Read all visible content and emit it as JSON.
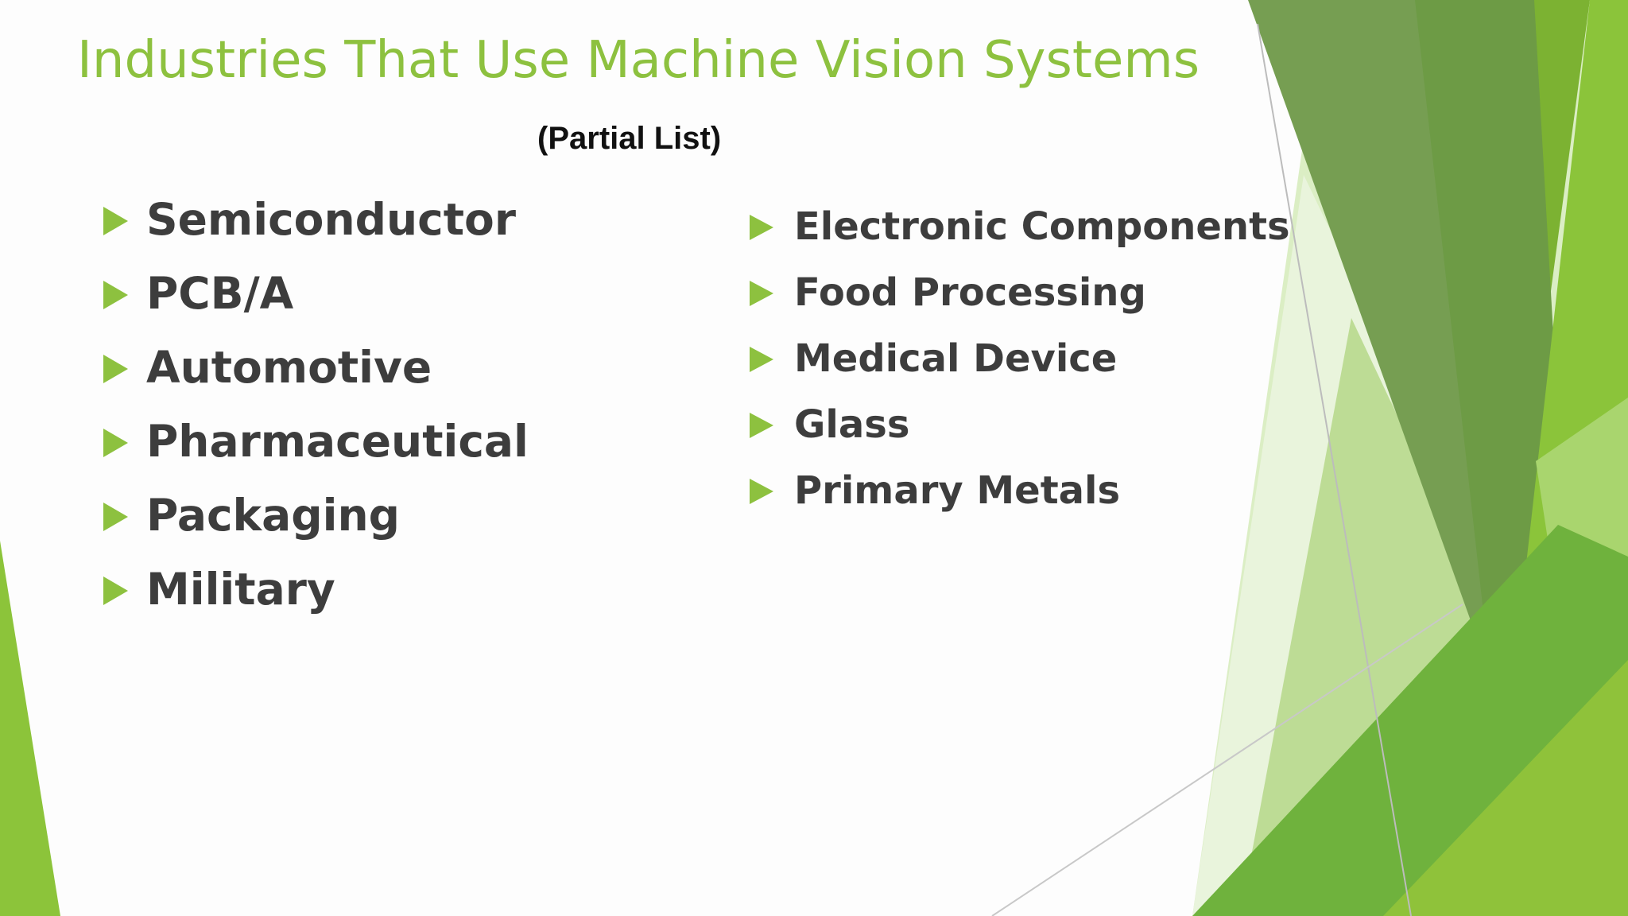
{
  "slide": {
    "title": "Industries That Use Machine Vision Systems",
    "subtitle": "(Partial List)",
    "left_items": [
      "Semiconductor",
      "PCB/A",
      "Automotive",
      "Pharmaceutical",
      "Packaging",
      "Military"
    ],
    "right_items": [
      "Electronic Components",
      "Food Processing",
      "Medical Device",
      "Glass",
      "Primary Metals"
    ]
  },
  "colors": {
    "title": "#8dc13f",
    "bullet": "#8dc13f",
    "body_text": "#3d3d3d",
    "background": "#fdfdfd"
  },
  "icons": {
    "bullet": "triangle-right-icon"
  }
}
